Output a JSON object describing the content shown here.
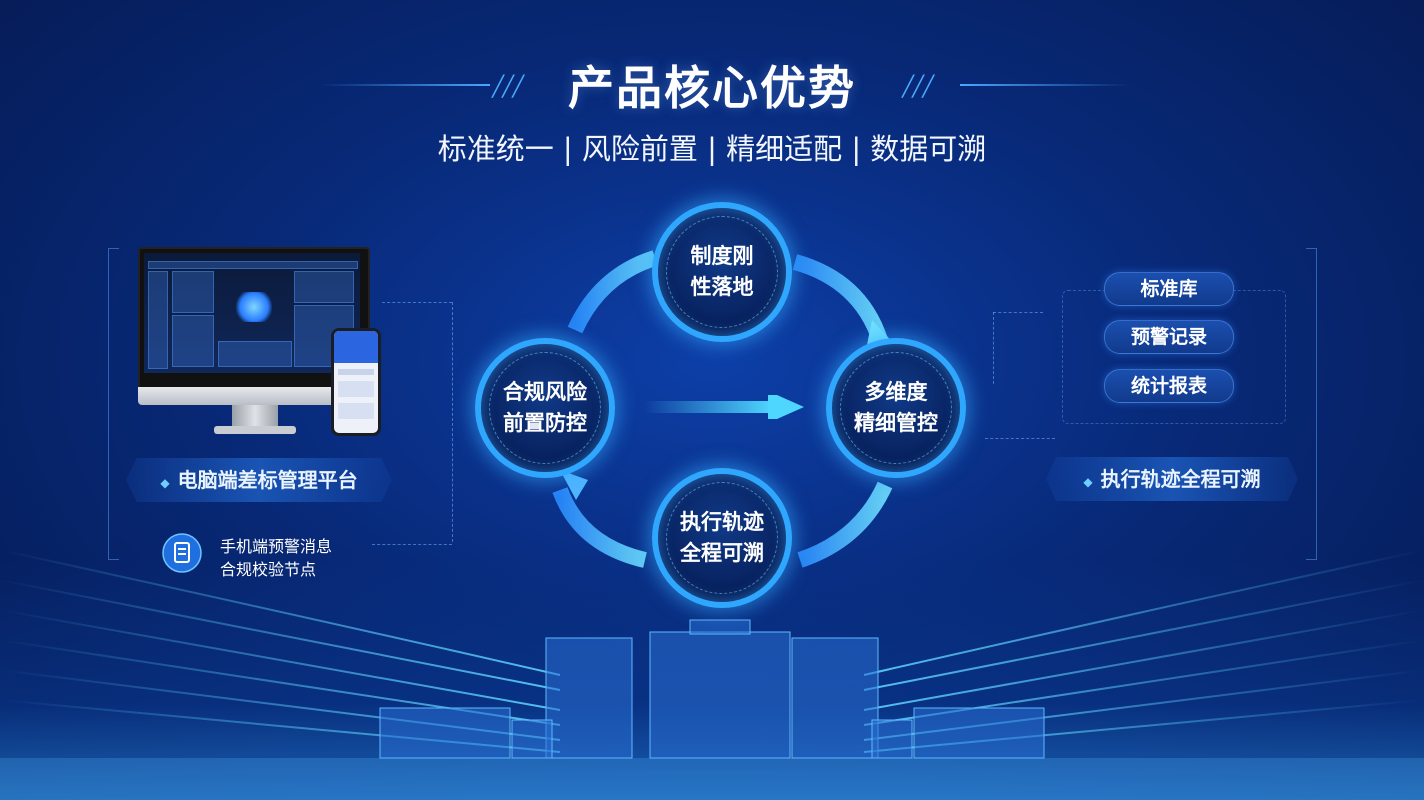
{
  "header": {
    "title": "产品核心优势",
    "subtitle": "标准统一 | 风险前置 | 精细适配 | 数据可溯"
  },
  "cycle": {
    "top": "制度刚\n性落地",
    "left": "合规风险\n前置防控",
    "right": "多维度\n精细管控",
    "bottom": "执行轨迹\n全程可溯"
  },
  "left_panel": {
    "banner": "电脑端差标管理平台",
    "mobile_note_line1": "手机端预警消息",
    "mobile_note_line2": "合规校验节点"
  },
  "right_panel": {
    "pills": [
      "标准库",
      "预警记录",
      "统计报表"
    ],
    "banner": "执行轨迹全程可溯"
  },
  "colors": {
    "accent": "#2fa7ff",
    "background": "#082a7a"
  }
}
